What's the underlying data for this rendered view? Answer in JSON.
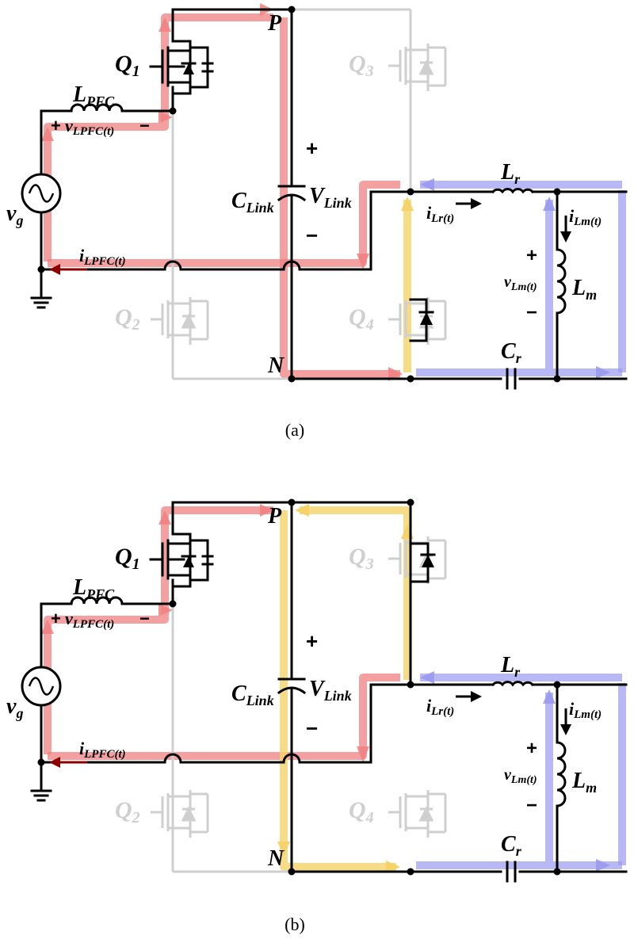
{
  "colors": {
    "path_red": "#f08080",
    "path_yellow": "#f5d36a",
    "path_blue": "#9a9af0",
    "inactive": "#cfcfcf",
    "wire": "#000000"
  },
  "labels": {
    "node_p": "P",
    "node_n": "N",
    "q1": "Q",
    "q1_sub": "1",
    "q2": "Q",
    "q2_sub": "2",
    "q3": "Q",
    "q3_sub": "3",
    "q4": "Q",
    "q4_sub": "4",
    "lpfc": "L",
    "lpfc_sub": "PFC",
    "vlpfc_plus": "+",
    "vlpfc": "v",
    "vlpfc_sub": "LPFC(t)",
    "vlpfc_minus": "−",
    "vg": "v",
    "vg_sub": "g",
    "ilpfc": "i",
    "ilpfc_sub": "LPFC(t)",
    "clink": "C",
    "clink_sub": "Link",
    "vlink": "V",
    "vlink_sub": "Link",
    "vlink_plus": "+",
    "vlink_minus": "−",
    "lr": "L",
    "lr_sub": "r",
    "ilr": "i",
    "ilr_sub": "Lr(t)",
    "ilm": "i",
    "ilm_sub": "Lm(t)",
    "vlm_plus": "+",
    "vlm": "v",
    "vlm_sub": "Lm(t)",
    "vlm_minus": "−",
    "lm": "L",
    "lm_sub": "m",
    "cr": "C",
    "cr_sub": "r"
  },
  "panels": [
    {
      "caption": "(a)",
      "active_high": "Q1",
      "active_low": "Q4"
    },
    {
      "caption": "(b)",
      "active_high": "Q1",
      "active_low": "Q3"
    }
  ]
}
